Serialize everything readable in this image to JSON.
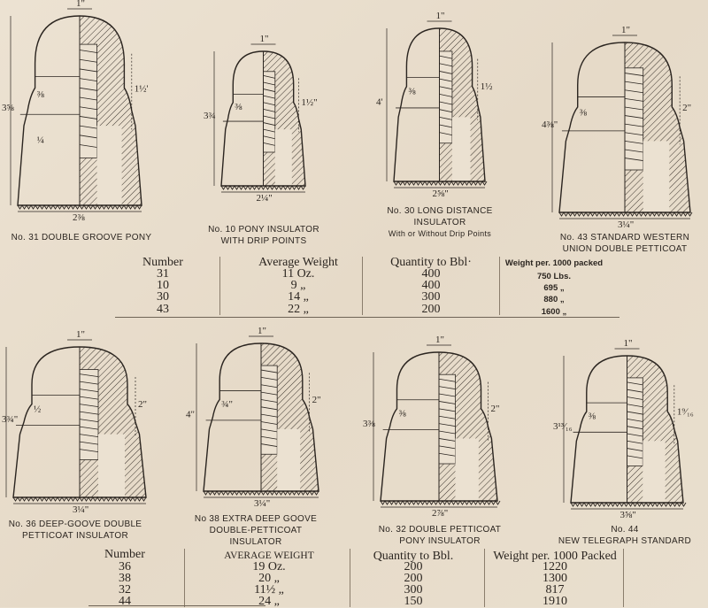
{
  "insulators_top": [
    {
      "caption": [
        "No. 31 DOUBLE GROOVE PONY"
      ],
      "dims": {
        "top": "1\"",
        "height": "3⅝",
        "groove": "⅜",
        "thread": "1½'",
        "lower": "¼",
        "base": "2⅜"
      }
    },
    {
      "caption": [
        "No. 10 PONY INSULATOR",
        "WITH DRIP POINTS"
      ],
      "dims": {
        "top": "1\"",
        "height": "3¾",
        "groove": "⅜",
        "thread": "1½\"",
        "base": "2¼\""
      }
    },
    {
      "caption": [
        "No. 30 LONG DISTANCE",
        "INSULATOR",
        "With or Without Drip Points"
      ],
      "dims": {
        "top": "1\"",
        "height": "4'",
        "groove": "⅜",
        "thread": "1½",
        "base": "2⅝\""
      }
    },
    {
      "caption": [
        "No. 43 STANDARD WESTERN",
        "UNION DOUBLE PETTICOAT"
      ],
      "dims": {
        "top": "1\"",
        "height": "4⅜\"",
        "groove": "⅜",
        "thread": "2\"",
        "base": "3¼\""
      }
    }
  ],
  "insulators_bottom": [
    {
      "caption": [
        "No. 36 DEEP-GOOVE DOUBLE",
        "PETTICOAT INSULATOR"
      ],
      "dims": {
        "top": "1\"",
        "height": "3¾\"",
        "groove": "½",
        "thread": "2\"",
        "base": "3¼\""
      }
    },
    {
      "caption": [
        "No 38 EXTRA DEEP GOOVE",
        "DOUBLE-PETTICOAT",
        "INSULATOR"
      ],
      "dims": {
        "top": "1\"",
        "height": "4\"",
        "groove": "¾\"",
        "thread": "2\"",
        "base": "3¼\""
      }
    },
    {
      "caption": [
        "No. 32 DOUBLE PETTICOAT",
        "PONY INSULATOR"
      ],
      "dims": {
        "top": "1\"",
        "height": "3⅜",
        "groove": "⅜",
        "thread": "2\"",
        "base": "2⅞\""
      }
    },
    {
      "caption": [
        "No. 44",
        "NEW TELEGRAPH STANDARD"
      ],
      "dims": {
        "top": "1\"",
        "height": "3¹³⁄₁₆",
        "groove": "⅜",
        "thread": "1⁹⁄₁₆",
        "base": "3⅝\""
      }
    }
  ],
  "table_top": {
    "headers": [
      "Number",
      "Average Weight",
      "Quantity to Bbl·",
      "Weight per. 1000 packed"
    ],
    "rows": [
      [
        "31",
        "11 Oz.",
        "400",
        "750 Lbs."
      ],
      [
        "10",
        "9 „",
        "400",
        "695 „"
      ],
      [
        "30",
        "14 „",
        "300",
        "880 „"
      ],
      [
        "43",
        "22 „",
        "200",
        "1600 „"
      ]
    ]
  },
  "table_bottom": {
    "headers": [
      "Number",
      "AVERAGE WEIGHT",
      "Quantity to Bbl.",
      "Weight per. 1000 Packed"
    ],
    "rows": [
      [
        "36",
        "19 Oz.",
        "200",
        "1220"
      ],
      [
        "38",
        "20 „",
        "200",
        "1300"
      ],
      [
        "32",
        "11½ „",
        "300",
        "817"
      ],
      [
        "44",
        "24 „",
        "150",
        "1910"
      ]
    ]
  },
  "colors": {
    "paper": "#e9dfcf",
    "ink": "#2b2520"
  }
}
